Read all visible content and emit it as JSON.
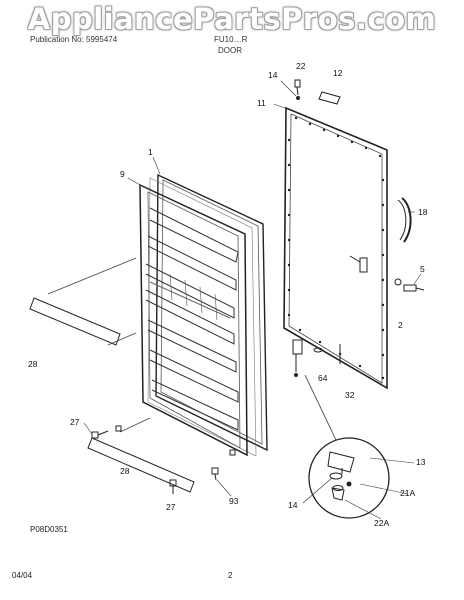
{
  "watermark": "AppliancePartsPros.com",
  "header": {
    "left": "Publication No: 5995474",
    "center": "FU10…R",
    "section": "DOOR"
  },
  "footer": {
    "figure_code": "P08D0351",
    "date": "04/04",
    "page": "2"
  },
  "callouts": [
    "22",
    "14",
    "12",
    "11",
    "1",
    "9",
    "18",
    "5",
    "2",
    "28",
    "64",
    "32",
    "13",
    "27",
    "28",
    "21A",
    "14",
    "22A",
    "27",
    "93"
  ]
}
